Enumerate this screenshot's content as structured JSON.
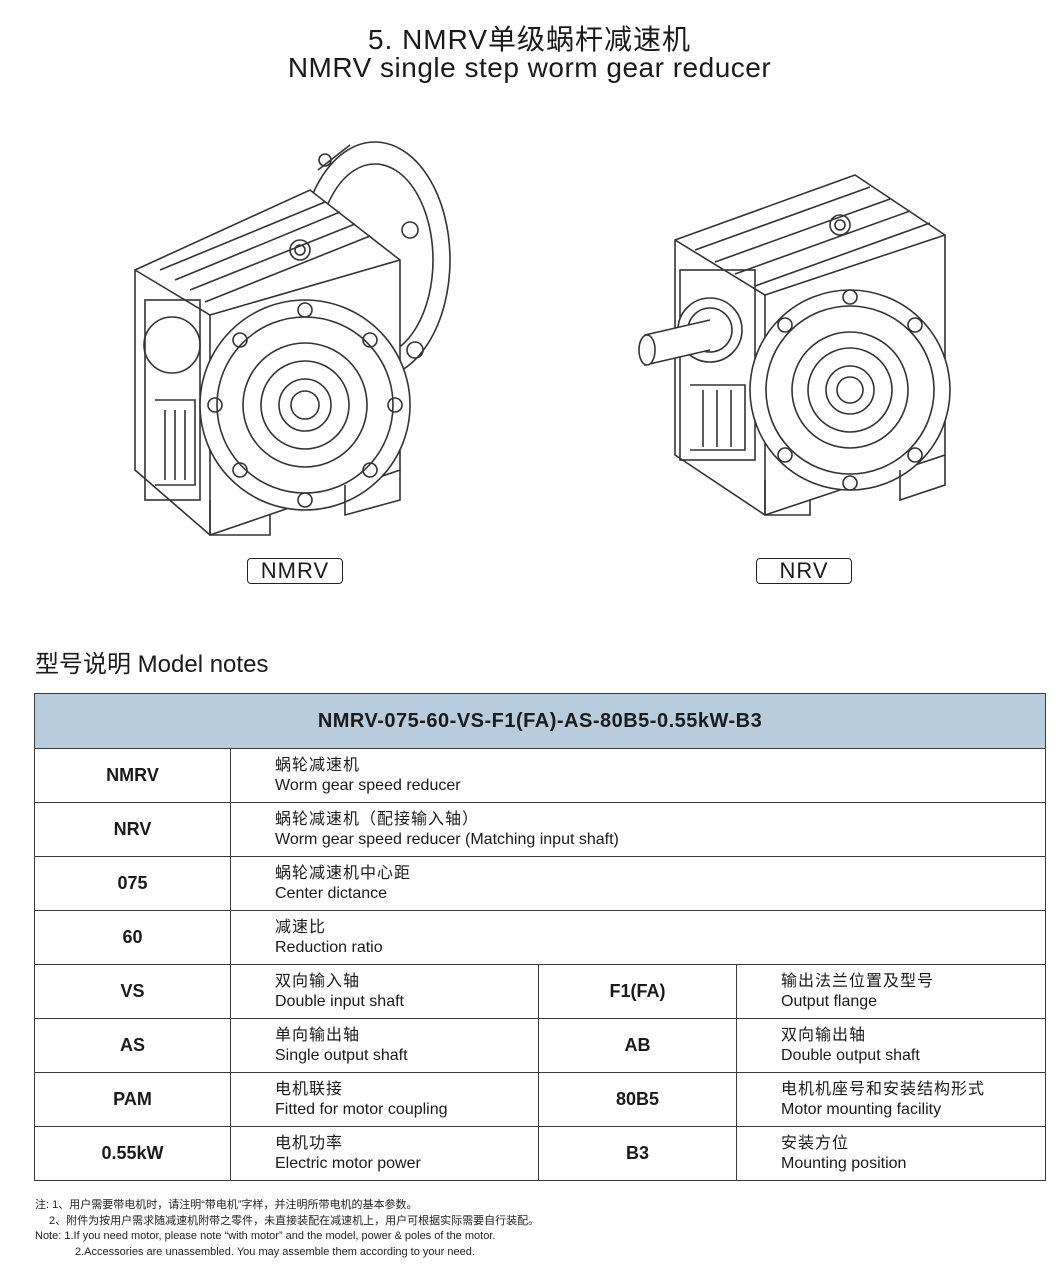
{
  "header": {
    "title_cn": "5. NMRV单级蜗杆减速机",
    "title_en": "NMRV single step worm gear reducer"
  },
  "products": [
    {
      "label": "NMRV",
      "icon": "nmrv-reducer-drawing"
    },
    {
      "label": "NRV",
      "icon": "nrv-reducer-drawing"
    }
  ],
  "section_title": "型号说明 Model notes",
  "table": {
    "model_code": "NMRV-075-60-VS-F1(FA)-AS-80B5-0.55kW-B3",
    "single_rows": [
      {
        "code": "NMRV",
        "cn": "蜗轮减速机",
        "en": "Worm gear speed reducer"
      },
      {
        "code": "NRV",
        "cn": "蜗轮减速机（配接输入轴）",
        "en": "Worm gear speed reducer (Matching input shaft)"
      },
      {
        "code": "075",
        "cn": "蜗轮减速机中心距",
        "en": "Center dictance"
      },
      {
        "code": "60",
        "cn": "减速比",
        "en": "Reduction ratio"
      }
    ],
    "double_rows": [
      {
        "code1": "VS",
        "cn1": "双向输入轴",
        "en1": "Double input shaft",
        "code2": "F1(FA)",
        "cn2": "输出法兰位置及型号",
        "en2": "Output flange"
      },
      {
        "code1": "AS",
        "cn1": "单向输出轴",
        "en1": "Single output shaft",
        "code2": "AB",
        "cn2": "双向输出轴",
        "en2": "Double output shaft"
      },
      {
        "code1": "PAM",
        "cn1": "电机联接",
        "en1": "Fitted for motor coupling",
        "code2": "80B5",
        "cn2": "电机机座号和安装结构形式",
        "en2": "Motor mounting facility"
      },
      {
        "code1": "0.55kW",
        "cn1": "电机功率",
        "en1": "Electric motor power",
        "code2": "B3",
        "cn2": "安装方位",
        "en2": "Mounting position"
      }
    ]
  },
  "notes": {
    "cn1": "注: 1、用户需要带电机时，请注明“带电机”字样，并注明所带电机的基本参数。",
    "cn2": "2、附件为按用户需求随减速机附带之零件，未直接装配在减速机上，用户可根据实际需要自行装配。",
    "en1": "Note: 1.If you need motor, please note “with motor” and the model, power & poles of the motor.",
    "en2": "2.Accessories are unassembled. You may assemble them according to your need."
  },
  "colors": {
    "header_bg": "#b7ccdc",
    "border": "#3a3a3a"
  }
}
